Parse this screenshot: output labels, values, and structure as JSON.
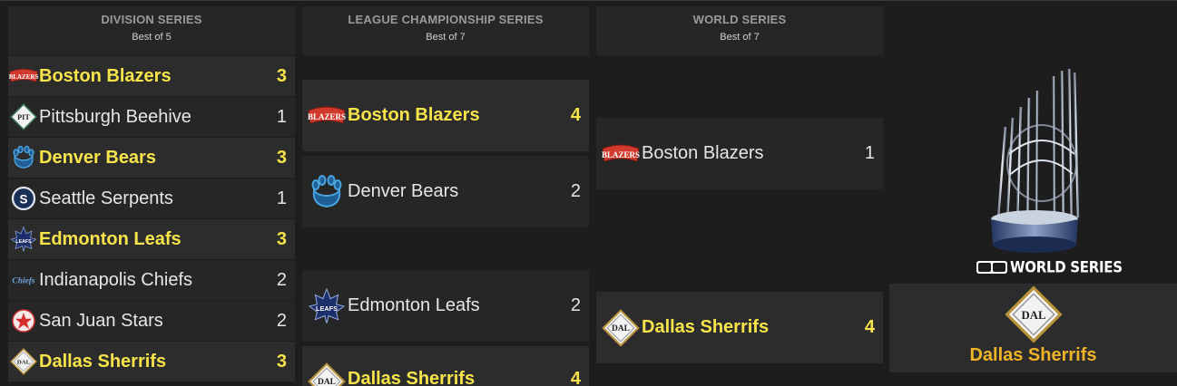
{
  "columns": [
    {
      "title": "DIVISION SERIES",
      "subtitle": "Best of 5"
    },
    {
      "title": "LEAGUE CHAMPIONSHIP SERIES",
      "subtitle": "Best of 7"
    },
    {
      "title": "WORLD SERIES",
      "subtitle": "Best of 7"
    }
  ],
  "division_series": [
    {
      "team": "Boston Blazers",
      "score": "3",
      "winner": true,
      "logo": "blazers-logo",
      "logo_text": "BLAZERS"
    },
    {
      "team": "Pittsburgh Beehive",
      "score": "1",
      "winner": false,
      "logo": "pittsburgh-logo",
      "logo_text": "PIT"
    },
    {
      "team": "Denver Bears",
      "score": "3",
      "winner": true,
      "logo": "bear-paw-logo"
    },
    {
      "team": "Seattle Serpents",
      "score": "1",
      "winner": false,
      "logo": "serpents-logo",
      "logo_text": "S"
    },
    {
      "team": "Edmonton Leafs",
      "score": "3",
      "winner": true,
      "logo": "leafs-logo",
      "logo_text": "LEAFS"
    },
    {
      "team": "Indianapolis Chiefs",
      "score": "2",
      "winner": false,
      "logo": "chiefs-logo",
      "logo_text": "Chiefs"
    },
    {
      "team": "San Juan Stars",
      "score": "2",
      "winner": false,
      "logo": "star-logo"
    },
    {
      "team": "Dallas Sherrifs",
      "score": "3",
      "winner": true,
      "logo": "dallas-logo",
      "logo_text": "DAL"
    }
  ],
  "league_championship": [
    {
      "team": "Boston Blazers",
      "score": "4",
      "winner": true,
      "logo": "blazers-logo",
      "logo_text": "BLAZERS"
    },
    {
      "team": "Denver Bears",
      "score": "2",
      "winner": false,
      "logo": "bear-paw-logo"
    },
    {
      "team": "Edmonton Leafs",
      "score": "2",
      "winner": false,
      "logo": "leafs-logo",
      "logo_text": "LEAFS"
    },
    {
      "team": "Dallas Sherrifs",
      "score": "4",
      "winner": true,
      "logo": "dallas-logo",
      "logo_text": "DAL"
    }
  ],
  "world_series": [
    {
      "team": "Boston Blazers",
      "score": "1",
      "winner": false,
      "logo": "blazers-logo",
      "logo_text": "BLAZERS"
    },
    {
      "team": "Dallas Sherrifs",
      "score": "4",
      "winner": true,
      "logo": "dallas-logo",
      "logo_text": "DAL"
    }
  ],
  "champion": {
    "team": "Dallas Sherrifs",
    "logo": "dallas-logo",
    "logo_text": "DAL",
    "trophy_icon": "world-series-trophy-icon",
    "trophy_caption": "WORLD SERIES"
  },
  "colors": {
    "background": "#1d1d1d",
    "winner_text": "#f6e44a",
    "champion_text": "#f0b429",
    "blazers_red": "#d0392b",
    "bears_blue": "#4aa3df",
    "leafs_navy": "#1c2f6b"
  }
}
